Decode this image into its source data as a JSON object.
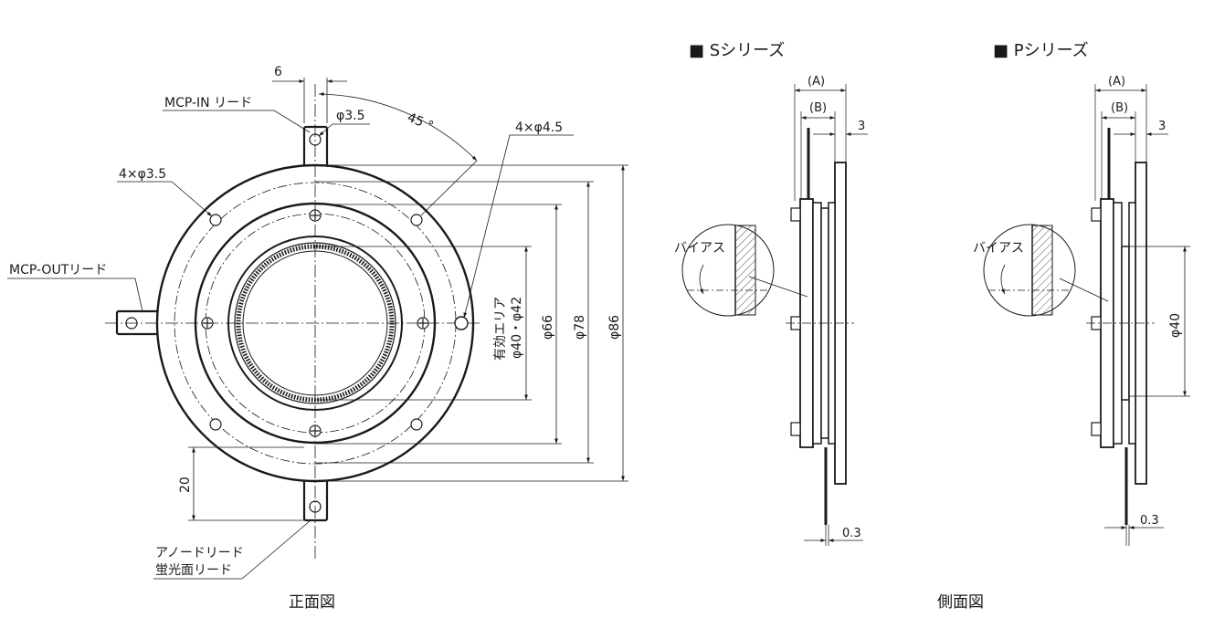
{
  "front_view": {
    "caption": "正面図",
    "label_mcp_in": "MCP-IN リード",
    "label_mcp_out": "MCP-OUTリード",
    "label_anode_line1": "アノードリード",
    "label_anode_line2": "蛍光面リード",
    "dim_lead_width": "6",
    "dim_lead_hole": "φ3.5",
    "dim_angle": "45 °",
    "dim_holes_outer": "4×φ4.5",
    "dim_holes_inner": "4×φ3.5",
    "dim_effective_area_line1": "有効エリア",
    "dim_effective_area_line2": "φ40・φ42",
    "dim_d66": "φ66",
    "dim_d78": "φ78",
    "dim_d86": "φ86",
    "dim_lead_length": "20"
  },
  "side_view_s": {
    "title": "■ Sシリーズ",
    "dim_a": "(A)",
    "dim_b": "(B)",
    "dim_3": "3",
    "dim_03": "0.3",
    "bias_label": "バイアス"
  },
  "side_view_p": {
    "title": "■ Pシリーズ",
    "dim_a": "(A)",
    "dim_b": "(B)",
    "dim_3": "3",
    "dim_03": "0.3",
    "bias_label": "バイアス",
    "dim_d40": "φ40"
  },
  "side_caption": "側面図"
}
